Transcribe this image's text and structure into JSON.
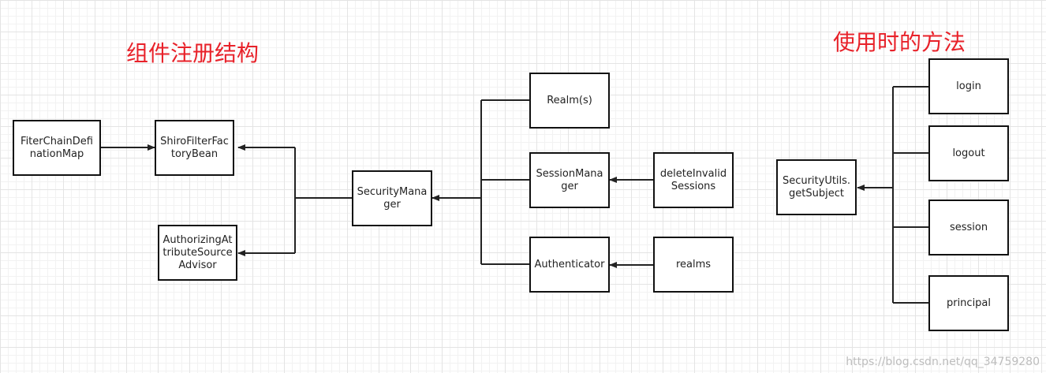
{
  "titles": {
    "left": "组件注册结构",
    "right": "使用时的方法"
  },
  "nodes": {
    "fiter_chain": "FiterChainDefinationMap",
    "shiro_filter": "ShiroFilterFactoryBean",
    "authorizing": "AuthorizingAttributeSourceAdvisor",
    "security_manager": "SecurityManager",
    "realms_top": "Realm(s)",
    "session_manager": "SessionManager",
    "delete_invalid": "deleteInvalidSessions",
    "authenticator": "Authenticator",
    "realms": "realms",
    "security_utils": "SecurityUtils.getSubject",
    "login": "login",
    "logout": "logout",
    "session": "session",
    "principal": "principal"
  },
  "watermark": "https://blog.csdn.net/qq_34759280",
  "colors": {
    "title": "#e8222a",
    "line": "#222222",
    "grid": "#e4e4e4"
  }
}
